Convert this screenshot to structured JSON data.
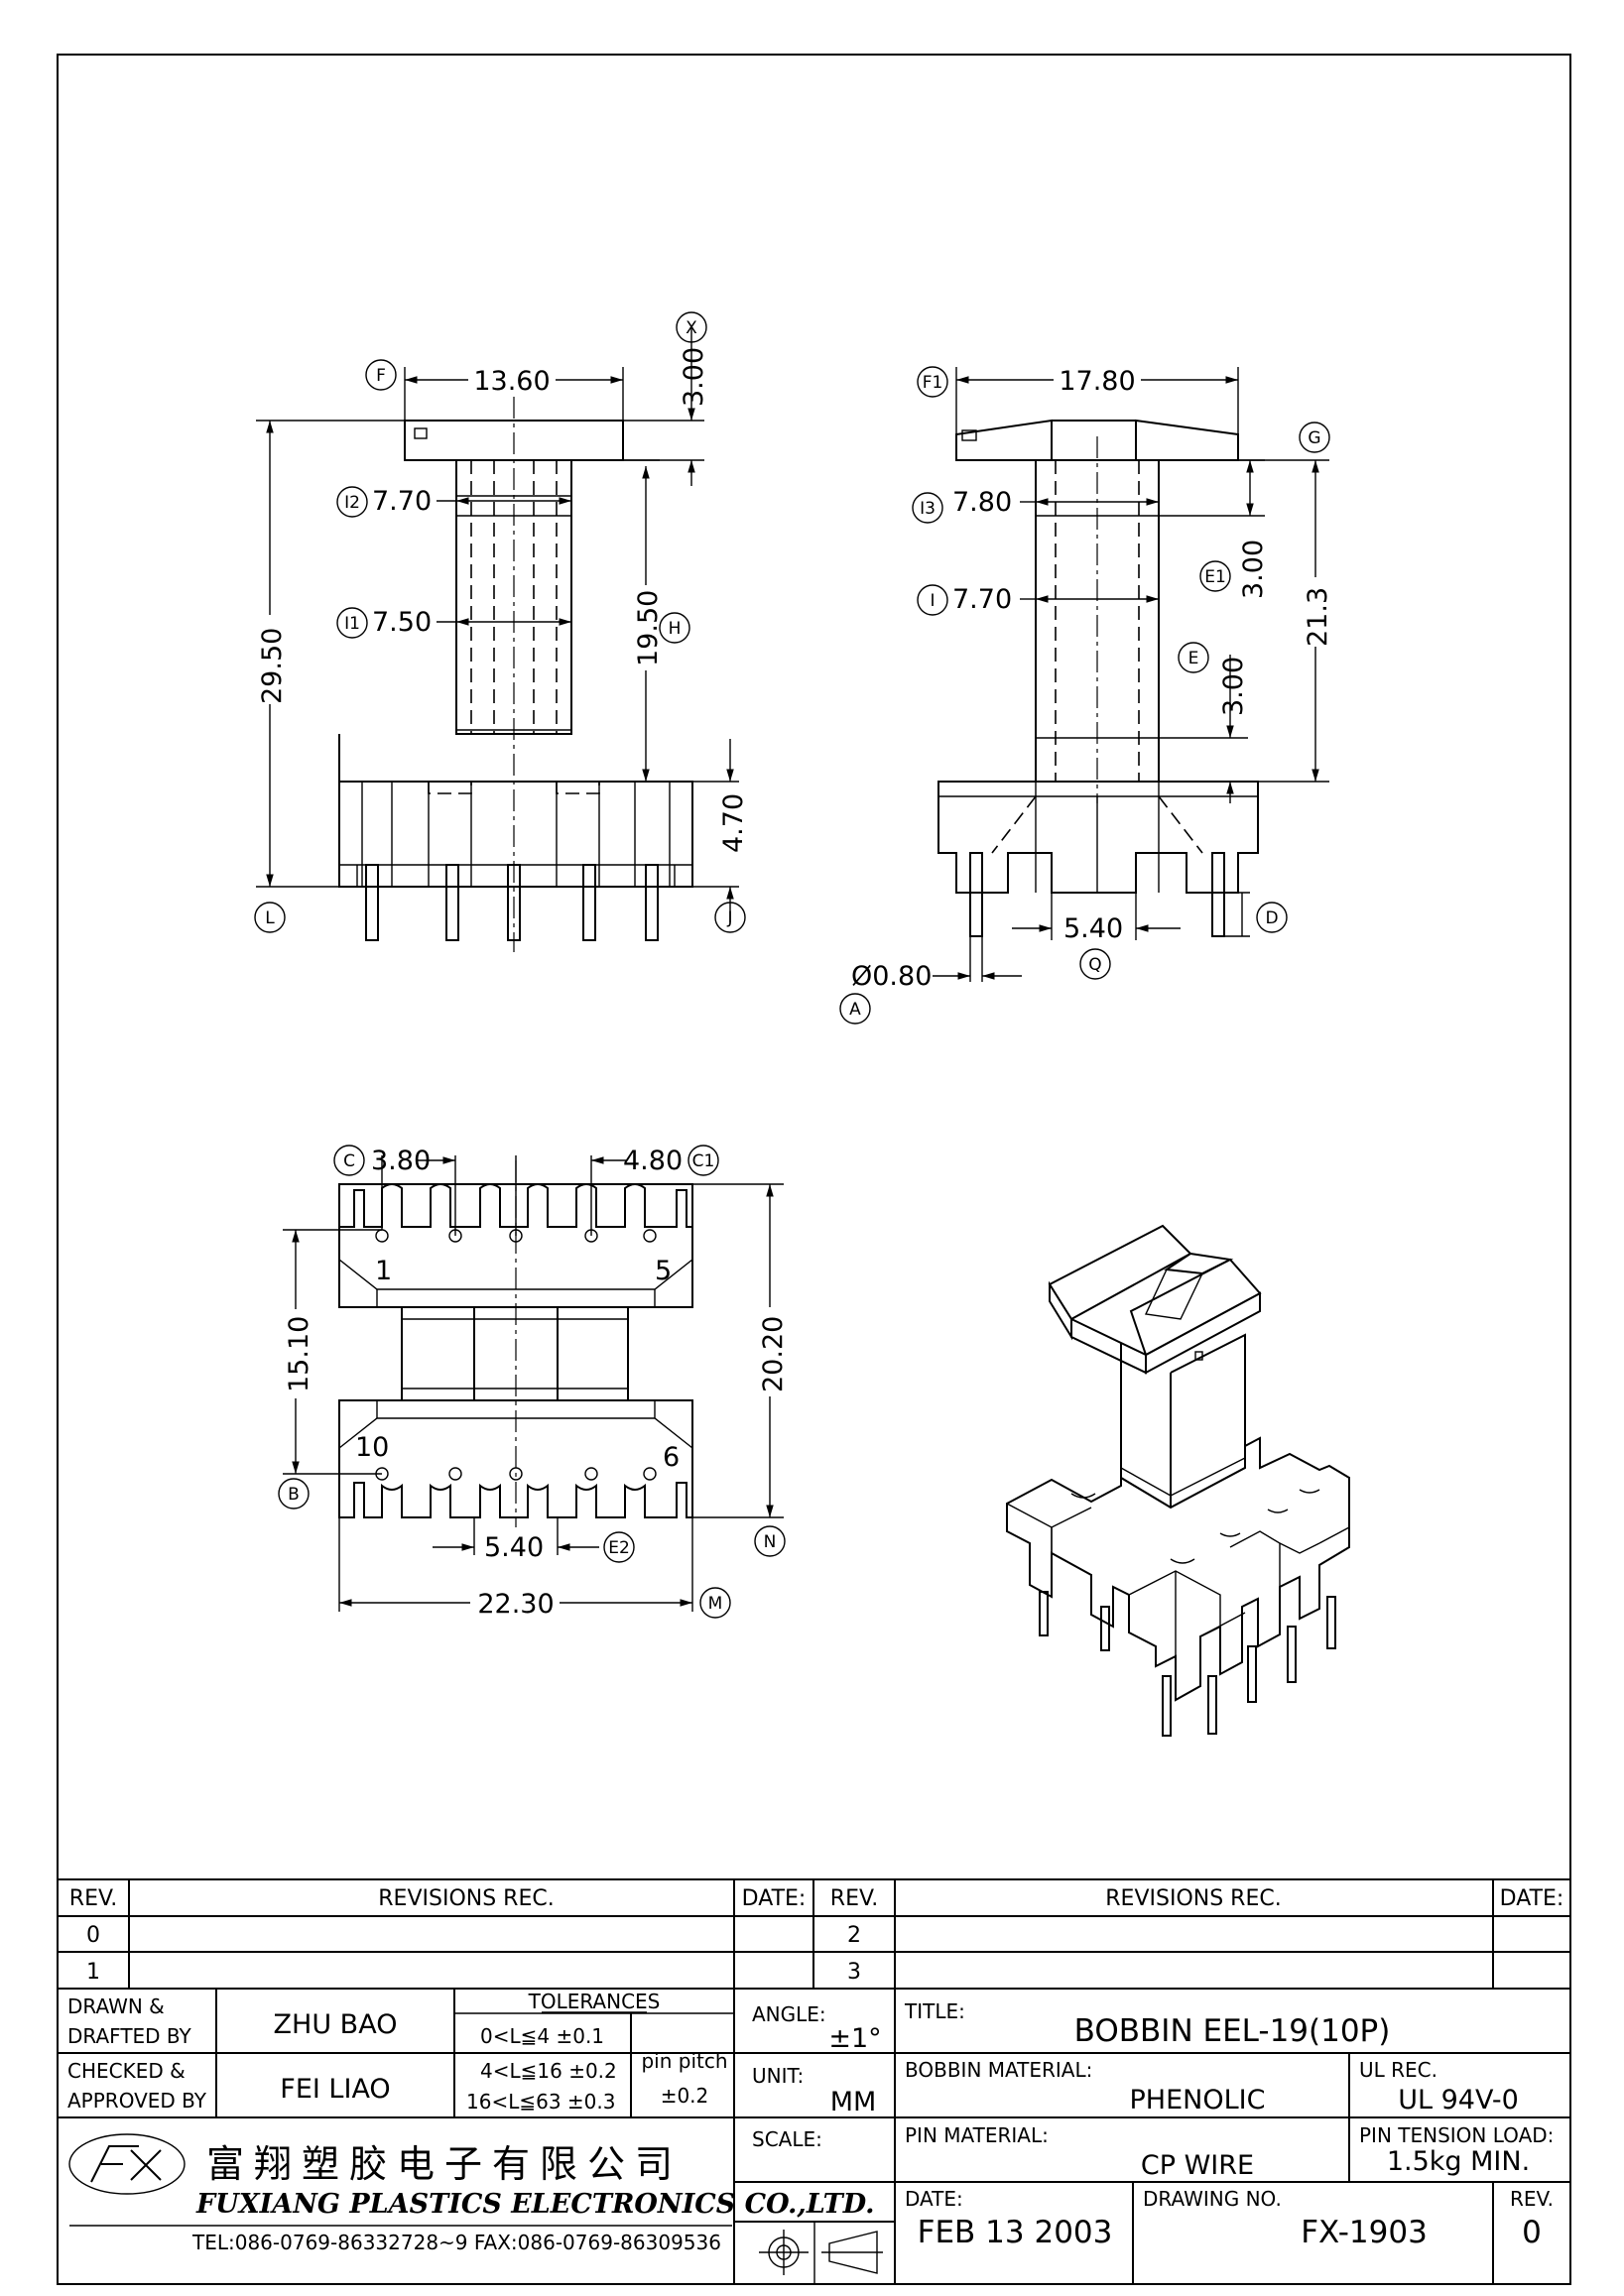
{
  "dims": {
    "top_width": "13.60",
    "top_height": "3.00",
    "upper_neck": "7.70",
    "core": "7.50",
    "overall_height": "29.50",
    "winding_height": "19.50",
    "base_height": "4.70",
    "side_width": "17.80",
    "side_neck": "7.80",
    "side_core": "7.70",
    "side_e1": "3.00",
    "side_e": "3.00",
    "side_height": "21.3",
    "pin_spacing": "5.40",
    "pin_dia": "Ø0.80",
    "pitch_c": "3.80",
    "pitch_c1": "4.80",
    "row_spacing": "15.10",
    "body_depth": "20.20",
    "bottom_pitch": "5.40",
    "total_width": "22.30"
  },
  "labels": {
    "X": "X",
    "F": "F",
    "I2": "I2",
    "I1": "I1",
    "H": "H",
    "L": "L",
    "J": "J",
    "F1": "F1",
    "G": "G",
    "I3": "I3",
    "I": "I",
    "E1": "E1",
    "E": "E",
    "D": "D",
    "Q": "Q",
    "A": "A",
    "C": "C",
    "C1": "C1",
    "B": "B",
    "N": "N",
    "E2": "E2",
    "M": "M"
  },
  "pins": {
    "p1": "1",
    "p5": "5",
    "p10": "10",
    "p6": "6"
  },
  "revisions": {
    "h_rev": "REV.",
    "h_rec": "REVISIONS   REC.",
    "h_date": "DATE:",
    "r0": "0",
    "r1": "1",
    "r2": "2",
    "r3": "3"
  },
  "title_block": {
    "drawn_label_1": "DRAWN &",
    "drawn_label_2": "DRAFTED BY",
    "drawn_by": "ZHU BAO",
    "checked_label_1": "CHECKED &",
    "checked_label_2": "APPROVED BY",
    "checked_by": "FEI LIAO",
    "tolerances": "TOLERANCES",
    "tol1": "0<L≦4    ±0.1",
    "tol2": "4<L≦16  ±0.2",
    "tol3": "16<L≦63  ±0.3",
    "pin_pitch": "pin pitch",
    "pin_pitch_tol": "±0.2",
    "angle_label": "ANGLE:",
    "angle": "±1°",
    "unit_label": "UNIT:",
    "unit": "MM",
    "scale_label": "SCALE:",
    "title_label": "TITLE:",
    "title": "BOBBIN  EEL-19(10P)",
    "bobbin_material_label": "BOBBIN MATERIAL:",
    "bobbin_material": "PHENOLIC",
    "ul_label": "UL REC.",
    "ul": "UL  94V-0",
    "pin_material_label": "PIN MATERIAL:",
    "pin_material": "CP  WIRE",
    "tension_label": "PIN TENSION  LOAD:",
    "tension": "1.5kg  MIN.",
    "date_label": "DATE:",
    "date": "FEB  13  2003",
    "drawing_no_label": "DRAWING NO.",
    "drawing_no": "FX-1903",
    "rev_label": "REV.",
    "rev": "0",
    "company_cn": "富翔塑胶电子有限公司",
    "company_en": "FUXIANG PLASTICS ELECTRONICS CO.,LTD.",
    "contact": "TEL:086-0769-86332728~9  FAX:086-0769-86309536"
  }
}
